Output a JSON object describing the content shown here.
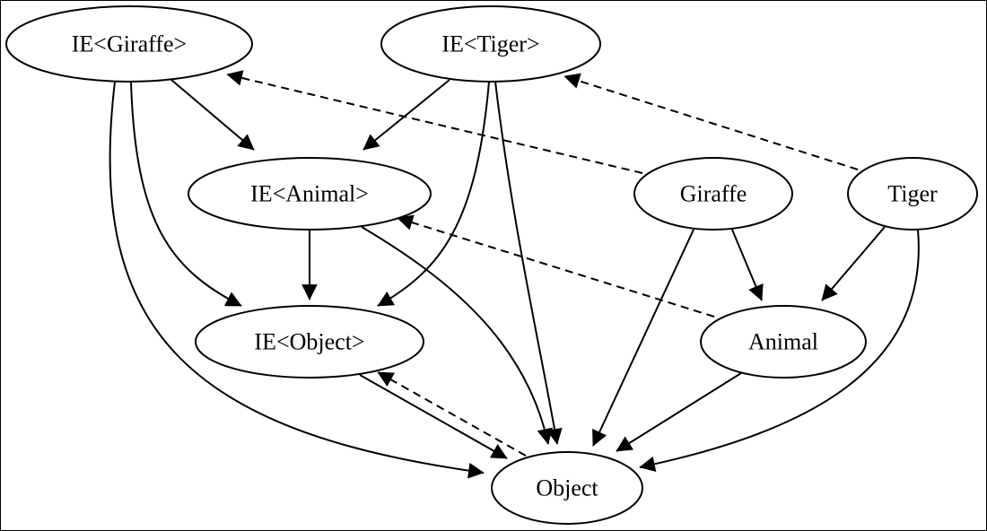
{
  "nodes": {
    "ie_giraffe": "IE<Giraffe>",
    "ie_tiger": "IE<Tiger>",
    "ie_animal": "IE<Animal>",
    "giraffe": "Giraffe",
    "tiger": "Tiger",
    "ie_object": "IE<Object>",
    "animal": "Animal",
    "object": "Object"
  },
  "edges": [
    {
      "from": "IE<Giraffe>",
      "to": "IE<Animal>",
      "style": "solid"
    },
    {
      "from": "IE<Giraffe>",
      "to": "IE<Object>",
      "style": "solid"
    },
    {
      "from": "IE<Giraffe>",
      "to": "Object",
      "style": "solid"
    },
    {
      "from": "IE<Tiger>",
      "to": "IE<Animal>",
      "style": "solid"
    },
    {
      "from": "IE<Tiger>",
      "to": "IE<Object>",
      "style": "solid"
    },
    {
      "from": "IE<Tiger>",
      "to": "Object",
      "style": "solid"
    },
    {
      "from": "IE<Animal>",
      "to": "IE<Object>",
      "style": "solid"
    },
    {
      "from": "IE<Animal>",
      "to": "Object",
      "style": "solid"
    },
    {
      "from": "IE<Object>",
      "to": "Object",
      "style": "solid"
    },
    {
      "from": "Giraffe",
      "to": "Animal",
      "style": "solid"
    },
    {
      "from": "Giraffe",
      "to": "Object",
      "style": "solid"
    },
    {
      "from": "Tiger",
      "to": "Animal",
      "style": "solid"
    },
    {
      "from": "Tiger",
      "to": "Object",
      "style": "solid"
    },
    {
      "from": "Animal",
      "to": "Object",
      "style": "solid"
    },
    {
      "from": "Giraffe",
      "to": "IE<Giraffe>",
      "style": "dashed"
    },
    {
      "from": "Tiger",
      "to": "IE<Tiger>",
      "style": "dashed"
    },
    {
      "from": "Animal",
      "to": "IE<Animal>",
      "style": "dashed"
    },
    {
      "from": "Object",
      "to": "IE<Object>",
      "style": "dashed"
    }
  ]
}
